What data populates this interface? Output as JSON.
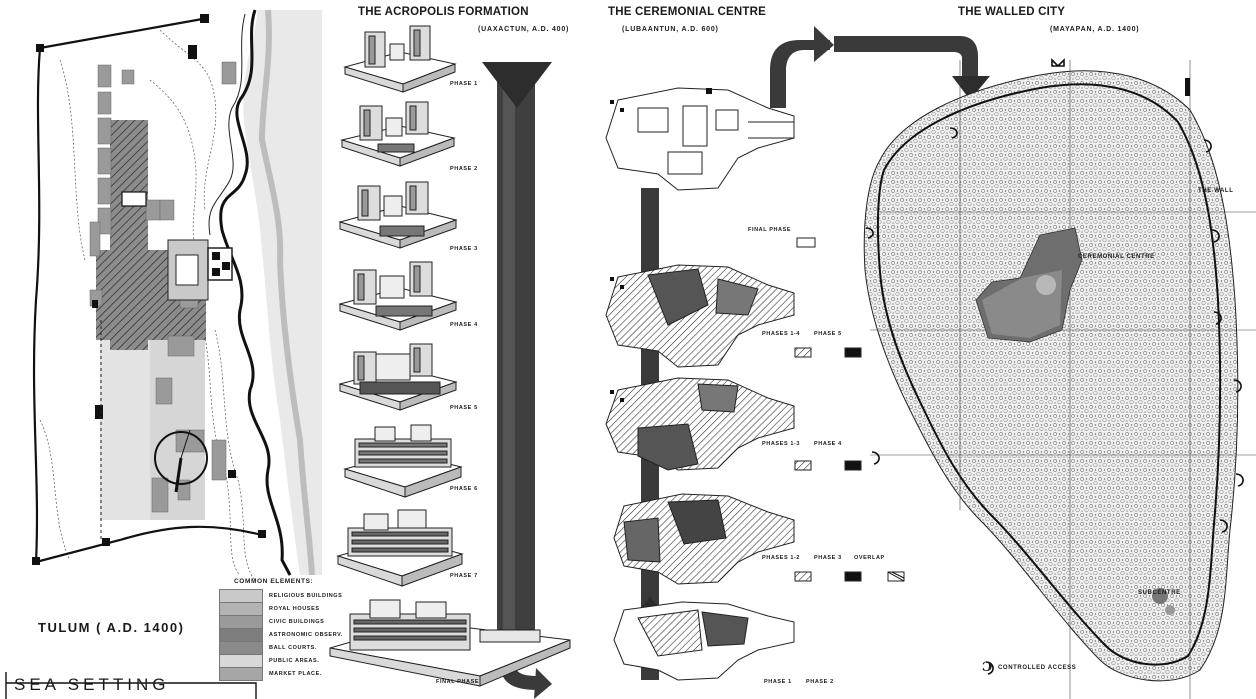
{
  "tulum": {
    "title": "TULUM ( A.D. 1400)",
    "setting": "SEA SETTING",
    "legend_title": "COMMON ELEMENTS:",
    "legend": [
      {
        "label": "RELIGIOUS BUILDINGS",
        "color": "#c9c9c9"
      },
      {
        "label": "ROYAL HOUSES",
        "color": "#b3b3b3"
      },
      {
        "label": "CIVIC BUILDINGS",
        "color": "#9a9a9a"
      },
      {
        "label": "ASTRONOMIC OBSERV.",
        "color": "#7d7d7d"
      },
      {
        "label": "BALL COURTS.",
        "color": "#8a8a8a"
      },
      {
        "label": "PUBLIC AREAS.",
        "color": "#d8d8d8"
      },
      {
        "label": "MARKET PLACE.",
        "color": "#a6a6a6"
      }
    ]
  },
  "acropolis": {
    "title": "THE ACROPOLIS FORMATION",
    "subtitle": "(UAXACTUN, A.D. 400)",
    "phases": [
      "PHASE 1",
      "PHASE 2",
      "PHASE 3",
      "PHASE 4",
      "PHASE 5",
      "PHASE 6",
      "PHASE 7",
      "FINAL PHASE"
    ]
  },
  "ceremonial": {
    "title": "THE CEREMONIAL CENTRE",
    "subtitle": "(LUBAANTUN, A.D. 600)",
    "final_phase": "FINAL PHASE",
    "phases_1_4": "PHASES 1-4",
    "phase_5": "PHASE 5",
    "phases_1_3": "PHASES 1-3",
    "phase_4": "PHASE 4",
    "phases_1_2": "PHASES 1-2",
    "phase_3": "PHASE 3",
    "overlap": "OVERLAP",
    "phase_1": "PHASE 1",
    "phase_2": "PHASE 2"
  },
  "walled": {
    "title": "THE WALLED CITY",
    "subtitle": "(MAYAPAN, A.D. 1400)",
    "wall": "THE WALL",
    "centre": "CEREMONIAL CENTRE",
    "subcentre": "SUBCENTRE",
    "access": "CONTROLLED ACCESS"
  }
}
